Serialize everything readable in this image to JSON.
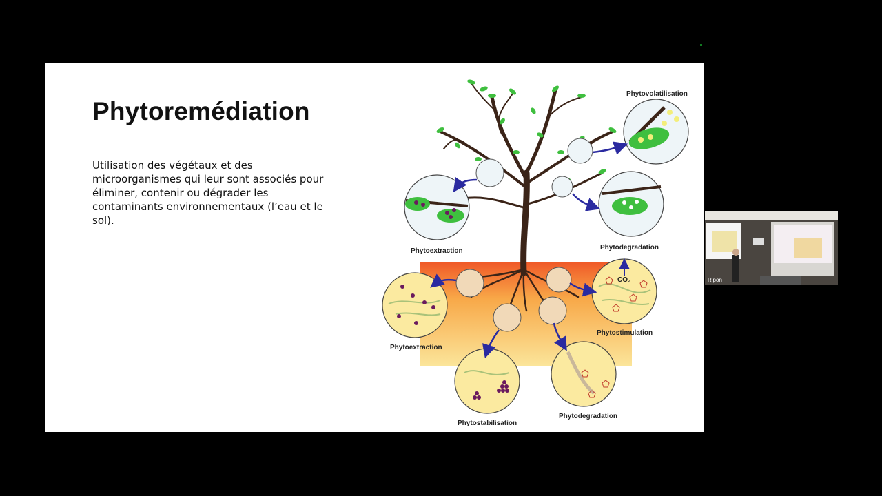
{
  "slide": {
    "title": "Phytoremédiation",
    "body": "Utilisation des végétaux et des microorganismes qui leur sont associés pour éliminer, contenir ou dégrader les contaminants environnementaux (l’eau et le sol)."
  },
  "diagram": {
    "labels": {
      "phytovolatilisation": "Phytovolatilisation",
      "phytoextraction_top": "Phytoextraction",
      "phytodegradation_top": "Phytodegradation",
      "phytoextraction_bottom": "Phytoextraction",
      "phytostimulation": "Phytostimulation",
      "phytostabilisation": "Phytostabilisation",
      "phytodegradation_bottom": "Phytodegradation",
      "co2": "CO₂"
    }
  },
  "video_tile": {
    "participant_name": "Ripon"
  },
  "colors": {
    "background": "#000000",
    "slide": "#ffffff",
    "leaf": "#3fbf3f",
    "soil_top": "#f07a30",
    "soil_bottom": "#f8e08a",
    "circle_fill": "#eef5f8",
    "soil_circle_fill": "#fbeaa0",
    "arrow": "#2a2aa0"
  }
}
